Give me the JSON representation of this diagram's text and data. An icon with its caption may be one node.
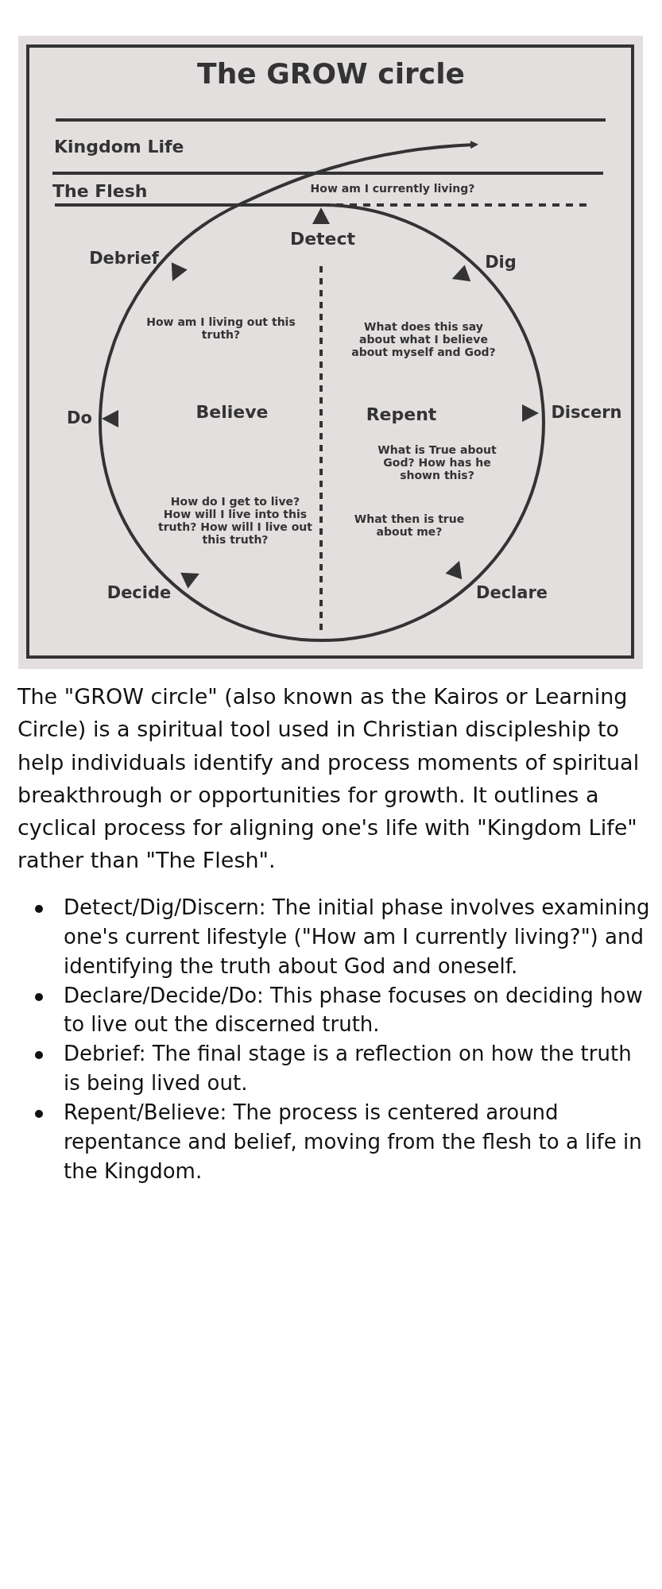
{
  "diagram": {
    "title": "The GROW circle",
    "caption": "The \"GROW circle\" (also known as the Kairos or Learning Circle) is a spiritual tool used in Christian discipleship to help individuals identify and process moments of spiritual breakthrough or opportunities for growth. It outlines a cyclical process for aligning one's life with \"Kingdom Life\" rather than \"The Flesh\".",
    "labels": [
      "Kingdom Life",
      "The Flesh",
      "How am I currently living?",
      "Detect",
      "Debrief",
      "Dig",
      "How am I living out this truth?",
      "What does this say about what I believe about myself and God?",
      "Do",
      "Believe",
      "Repent",
      "Discern",
      "What is True about God? How has he shown this?",
      "How do I get to live? How will I live into this truth? How will I live out this truth?",
      "What then is true about me?",
      "Decide",
      "Declare",
      "Detect/Dig/Discern: The initial phase involves examining one's current lifestyle (\"How am I currently living?\") and identifying the truth about God and oneself.",
      "Declare/Decide/Do: This phase focuses on deciding how to live out the discerned truth.",
      "Debrief: The final stage is a reflection on how the truth is being lived out.",
      "Repent/Believe: The process is centered around repentance and belief, moving from the flesh to a life in the Kingdom."
    ]
  }
}
